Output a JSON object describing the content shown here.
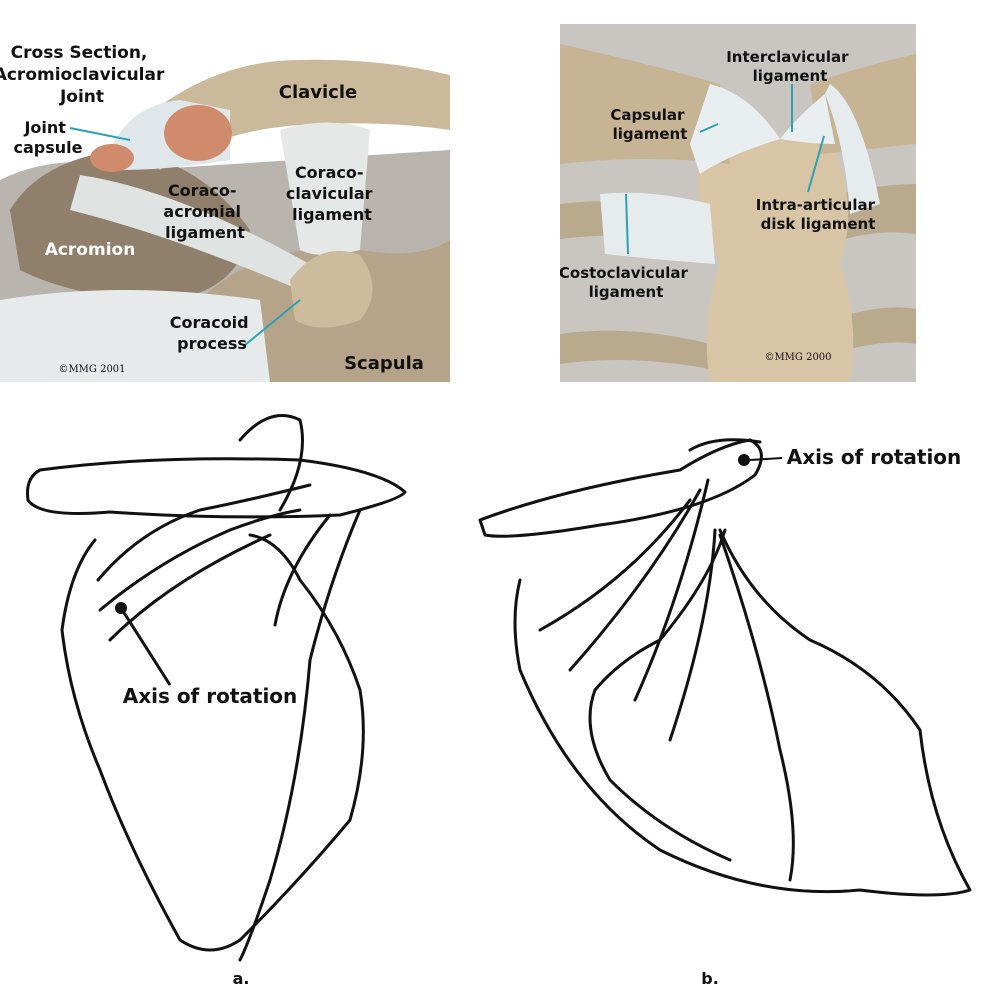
{
  "colors": {
    "bone": "#c9b79a",
    "bone_dark": "#8d7b63",
    "ligament": "#e8eeee",
    "background_gray": "#b7b2ac",
    "leader_line": "#29a3b3",
    "marrow": "#d08a6c",
    "ink": "#111111"
  },
  "panel_ac": {
    "title": [
      "Cross Section,",
      "Acromioclavicular",
      "Joint"
    ],
    "clavicle": "Clavicle",
    "joint_capsule": [
      "Joint",
      "capsule"
    ],
    "coraco_acromial": [
      "Coraco-",
      "acromial",
      "ligament"
    ],
    "coraco_clavicular": [
      "Coraco-",
      "clavicular",
      "ligament"
    ],
    "acromion": "Acromion",
    "coracoid": [
      "Coracoid",
      "process"
    ],
    "scapula": "Scapula",
    "copyright": "©MMG 2001"
  },
  "panel_sc": {
    "interclavicular": [
      "Interclavicular",
      "ligament"
    ],
    "capsular": [
      "Capsular",
      "ligament"
    ],
    "intra_articular": [
      "Intra-articular",
      "disk ligament"
    ],
    "costoclavicular": [
      "Costoclavicular",
      "ligament"
    ],
    "copyright": "©MMG 2000"
  },
  "panel_a": {
    "axis_label": "Axis of rotation",
    "caption": "a."
  },
  "panel_b": {
    "axis_label": "Axis of rotation",
    "caption": "b."
  }
}
